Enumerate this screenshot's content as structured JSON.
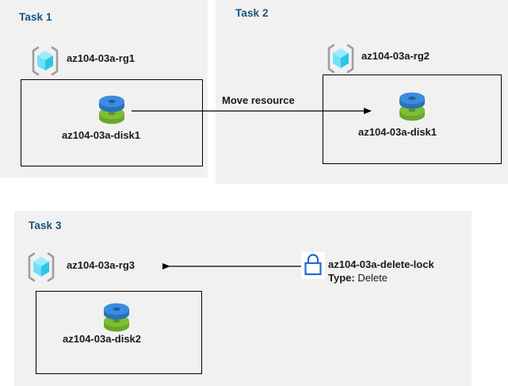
{
  "diagram": {
    "background_color": "#ffffff",
    "panel_color": "#f1f1f1",
    "title_color": "#17537f",
    "accent_blue": "#3a8dde",
    "accent_green": "#7ab648",
    "lock_blue": "#1d6fd0"
  },
  "panels": [
    {
      "id": "task1",
      "title": "Task 1",
      "resource_group": "az104-03a-rg1",
      "resource": "az104-03a-disk1"
    },
    {
      "id": "task2",
      "title": "Task 2",
      "resource_group": "az104-03a-rg2",
      "resource": "az104-03a-disk1"
    },
    {
      "id": "task3",
      "title": "Task 3",
      "resource_group": "az104-03a-rg3",
      "resource": "az104-03a-disk2"
    }
  ],
  "connectors": {
    "move": {
      "label": "Move resource",
      "direction": "right"
    },
    "lock": {
      "direction": "left"
    }
  },
  "lock": {
    "name": "az104-03a-delete-lock",
    "type_key": "Type:",
    "type_value": "Delete",
    "icon": "lock-icon"
  },
  "icons": {
    "resource_group": "resource-group-cube-icon",
    "disk": "managed-disk-icon",
    "lock": "lock-icon"
  }
}
